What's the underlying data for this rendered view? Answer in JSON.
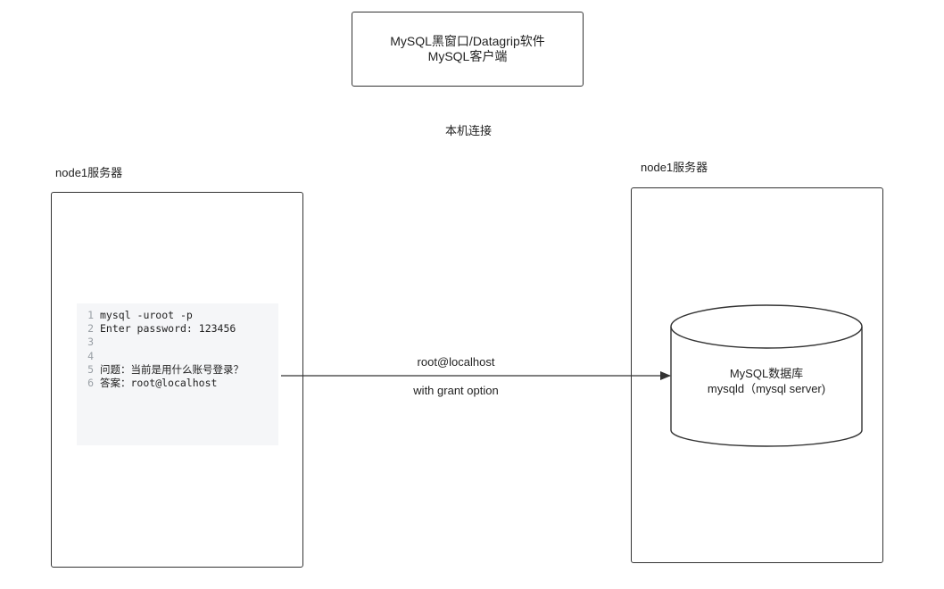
{
  "client": {
    "line1": "MySQL黑窗口/Datagrip软件",
    "line2": "MySQL客户端"
  },
  "connection_label": "本机连接",
  "left_server": {
    "label": "node1服务器"
  },
  "right_server": {
    "label": "node1服务器"
  },
  "code": {
    "lines": [
      {
        "num": "1",
        "text": "mysql -uroot -p"
      },
      {
        "num": "2",
        "text": "Enter password: 123456"
      },
      {
        "num": "3",
        "text": ""
      },
      {
        "num": "4",
        "text": ""
      },
      {
        "num": "5",
        "text": "问题：当前是用什么账号登录？"
      },
      {
        "num": "6",
        "text": "答案：root@localhost"
      }
    ]
  },
  "arrow": {
    "label_top": "root@localhost",
    "label_bottom": "with grant option"
  },
  "database": {
    "line1": "MySQL数据库",
    "line2": "mysqld（mysql server)"
  },
  "colors": {
    "stroke": "#333333",
    "code_bg": "#f5f6f8",
    "line_number": "#9aa0a6"
  }
}
